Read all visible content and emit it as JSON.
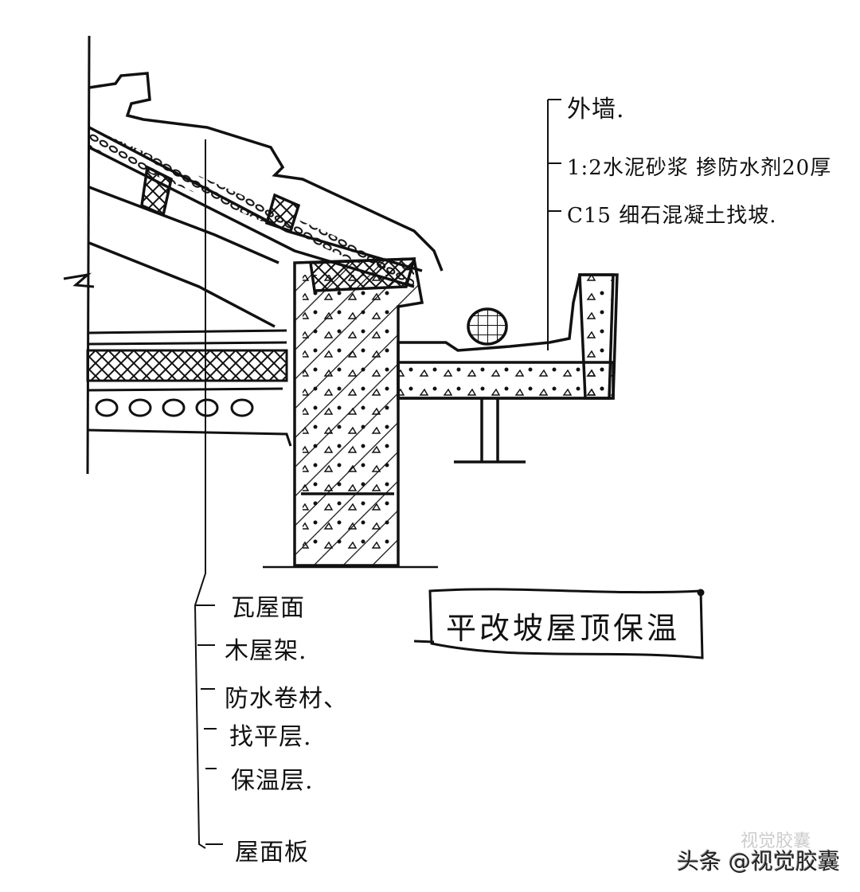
{
  "title": "平改坡屋顶保温",
  "labels_right": [
    "外墙.",
    "1:2水泥砂浆 掺防水剂20厚",
    "C15 细石混凝土找坡."
  ],
  "labels_bottom": [
    "瓦屋面",
    "木屋架.",
    "防水卷材、",
    "找平层.",
    "保温层.",
    "屋面板"
  ],
  "watermark": {
    "text": "头条 @视觉胶囊",
    "ghost_text": "视觉胶囊"
  },
  "colors": {
    "ink": "#111111",
    "paper": "#ffffff"
  }
}
